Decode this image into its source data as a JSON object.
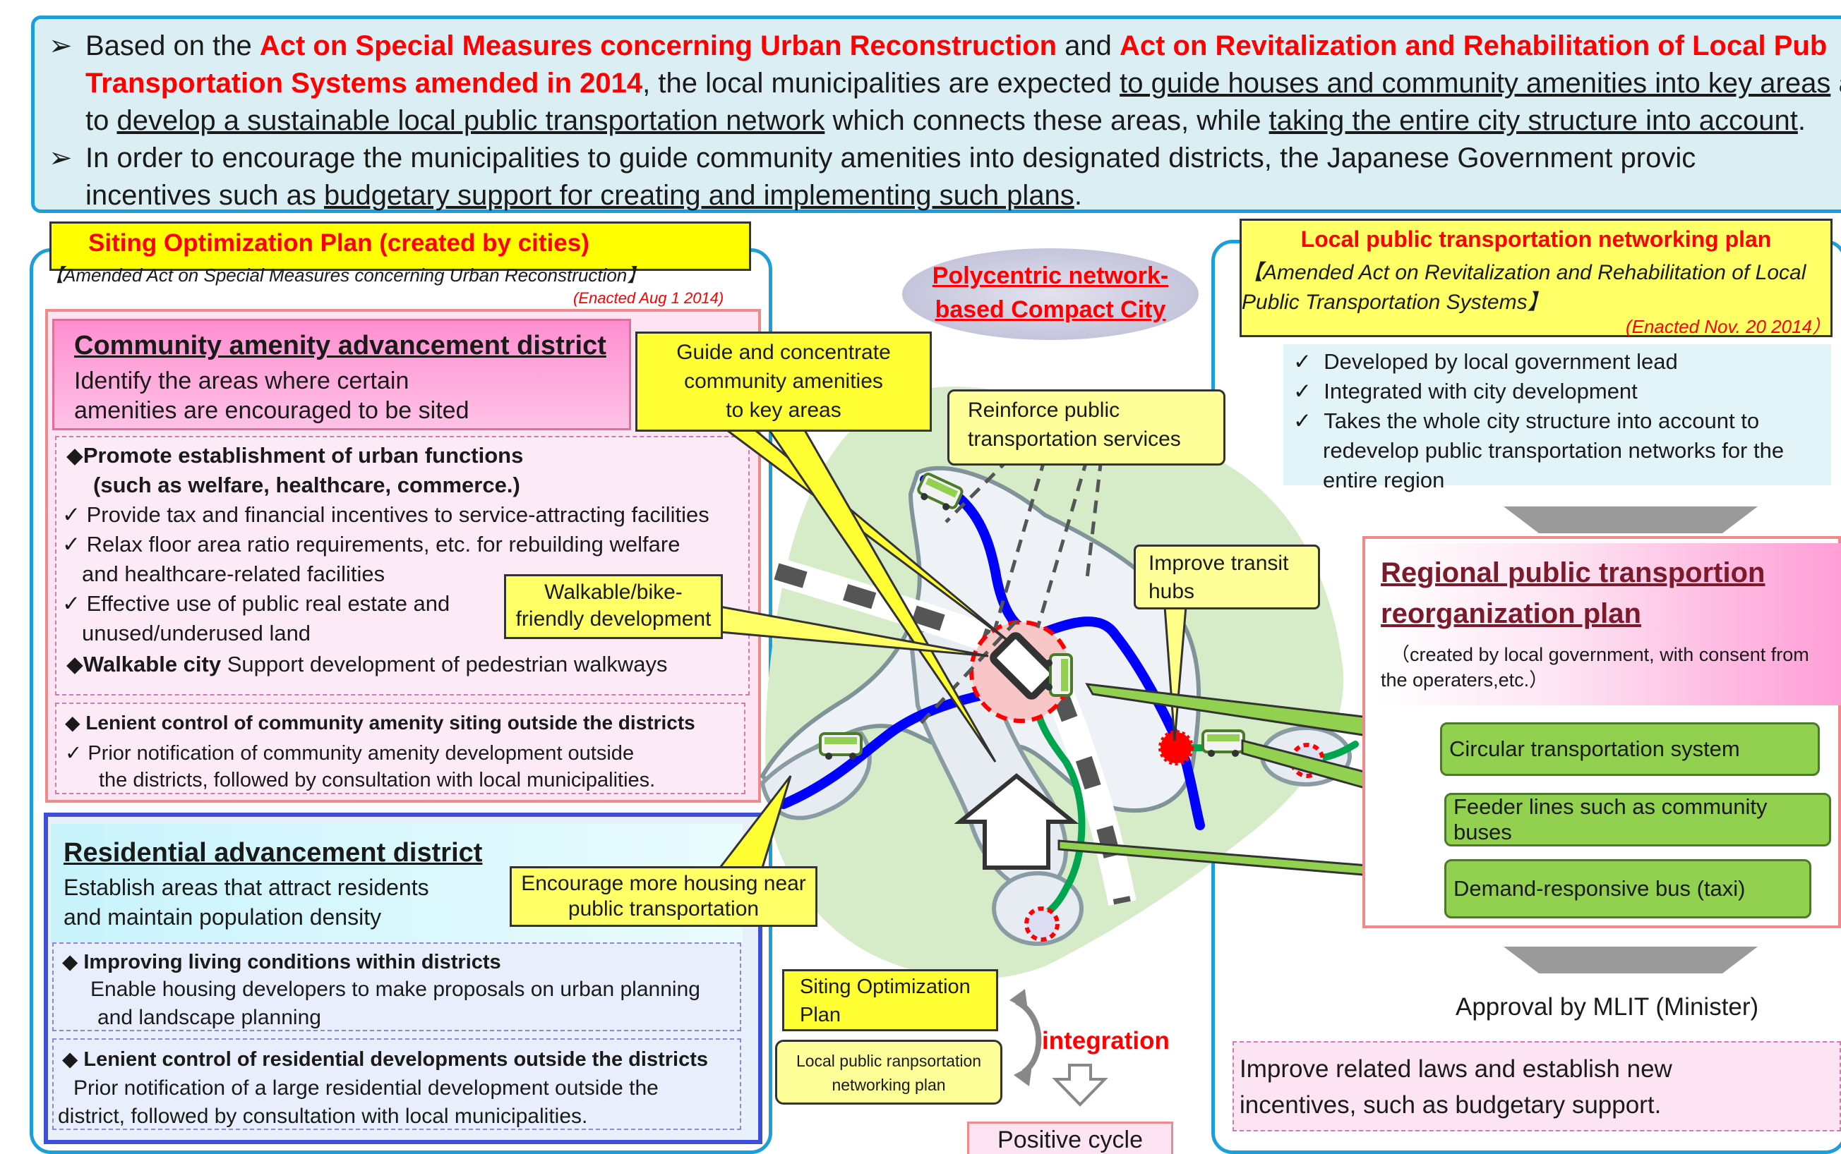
{
  "banner": {
    "b1_t1": "Based on the ",
    "b1_r1": "Act on Special Measures concerning Urban Reconstruction",
    "b1_t2": " and ",
    "b1_r2a": "Act on Revitalization and Rehabilitation of Local Pub",
    "b1_r2b": "Transportation Systems amended in 2014",
    "b1_t3": ", the local municipalities are expected ",
    "b1_u1": "to guide houses and community amenities into key areas",
    "b1_t4": " a",
    "b1_t5": "to ",
    "b1_u2": "develop a sustainable local public transportation network",
    "b1_t6": " which connects these areas, while ",
    "b1_u3": "taking the entire city structure into account",
    "b1_t7": ".",
    "b2_t1": "In order to encourage the municipalities to guide community amenities into designated districts, the Japanese Government provic",
    "b2_t2": "incentives such as ",
    "b2_u1": "budgetary support for creating and implementing such plans",
    "b2_t3": "."
  },
  "left": {
    "title": "Siting Optimization Plan (created by cities)",
    "act": "【Amended Act on Special Measures concerning Urban Reconstruction】",
    "enacted": "(Enacted  Aug 1 2014)",
    "cad": {
      "heading": "Community amenity advancement district",
      "desc1": "Identify  the areas where certain",
      "desc2": "amenities are encouraged to be sited",
      "promote1": "◆Promote establishment of urban functions",
      "promote2": "(such as welfare, healthcare, commerce.)",
      "c1": "✓ Provide tax and financial incentives to service-attracting facilities",
      "c2a": "✓ Relax floor area ratio requirements, etc. for rebuilding welfare",
      "c2b": "and healthcare-related facilities",
      "c3a": "✓ Effective use of public real estate and",
      "c3b": "unused/underused land",
      "walk_bold": "◆Walkable city",
      "walk_text": "  Support development of pedestrian walkways",
      "lenient_title": "◆ Lenient control of community amenity siting outside the districts",
      "lenient_l1": "✓   Prior notification of community amenity development outside",
      "lenient_l2": "the districts, followed by consultation with local  municipalities."
    },
    "rad": {
      "heading": "Residential advancement district",
      "desc1": "Establish areas that attract residents",
      "desc2": "and maintain population density",
      "impr_title": "◆ Improving living conditions within districts",
      "impr_l1": "Enable housing developers to make proposals on urban planning",
      "impr_l2": "and landscape planning",
      "len_title": "◆ Lenient control of residential developments outside the districts",
      "len_l1": "Prior notification of a large residential development outside the",
      "len_l2": "district, followed by consultation with local municipalities."
    }
  },
  "center": {
    "polycentric1": "Polycentric network-",
    "polycentric2": "based Compact City",
    "guide1": "Guide and concentrate",
    "guide2": "community amenities",
    "guide3": "to key areas",
    "reinforce1": "Reinforce public",
    "reinforce2": "transportation services",
    "walkable1": "Walkable/bike-",
    "walkable2": "friendly development",
    "transit1": "Improve transit",
    "transit2": "hubs",
    "housing1": "Encourage  more housing near",
    "housing2": "public transportation",
    "siting1": "Siting Optimization",
    "siting2": "Plan",
    "local1": "Local public ranpsortation",
    "local2": "networking plan",
    "integration": "integration",
    "positive": "Positive cycle"
  },
  "right": {
    "title": "Local public transportation networking plan",
    "act1": "【Amended Act on Revitalization and Rehabilitation of Local",
    "act2": "Public Transportation Systems】",
    "enacted": "(Enacted Nov. 20 2014）",
    "check1": "Developed by local government lead",
    "check2": "Integrated with city development",
    "check3a": "Takes the whole city structure into account to",
    "check3b": "redevelop public transportation networks for the",
    "check3c": "entire region",
    "regional1": "Regional public transportion",
    "regional2": "reorganization plan",
    "regional_sub1": "（created by local government, with consent from",
    "regional_sub2": "the operaters,etc.）",
    "circular": "Circular transportation system",
    "feeder": "Feeder lines such as community buses",
    "demand": "Demand-responsive bus (taxi)",
    "approval": "Approval by MLIT (Minister)",
    "improve1": "Improve related laws and establish new",
    "improve2": "incentives, such as budgetary support."
  },
  "colors": {
    "accent_blue": "#1c9fd8",
    "red_text": "#ff0000",
    "yellow": "#ffff00",
    "green_button": "#92d050",
    "transit_blue": "#0000ff",
    "transit_green": "#00a64f"
  }
}
